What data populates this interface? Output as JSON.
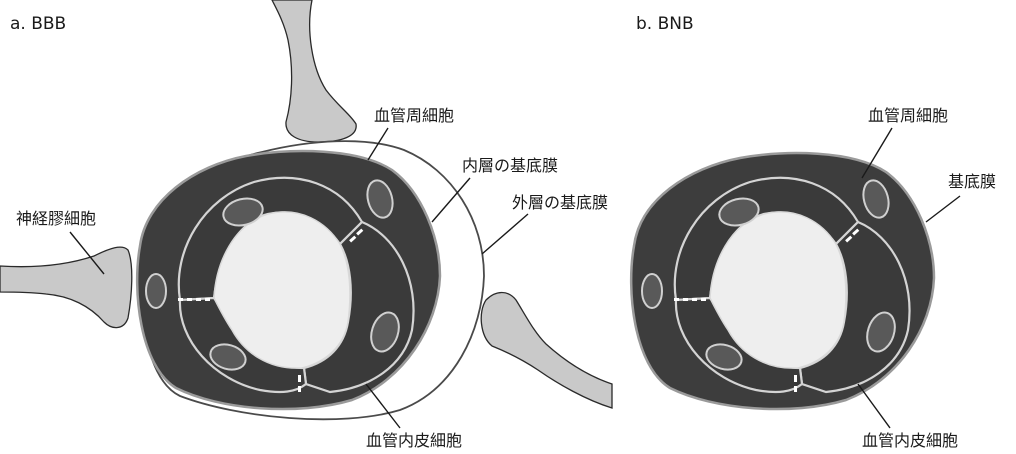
{
  "panels": {
    "bbb": {
      "title": "a. BBB",
      "labels": {
        "pericyte": "血管周細胞",
        "inner_basement_membrane": "内層の基底膜",
        "outer_basement_membrane": "外層の基底膜",
        "glial_cell": "神経膠細胞",
        "endothelial_cell": "血管内皮細胞"
      }
    },
    "bnb": {
      "title": "b. BNB",
      "labels": {
        "pericyte": "血管周細胞",
        "basement_membrane": "基底膜",
        "endothelial_cell": "血管内皮細胞"
      }
    }
  },
  "colors": {
    "cell_dark": "#3a3a3a",
    "lumen": "#eeeeee",
    "glia": "#c9c9c9",
    "membrane": "#9a9a9a"
  }
}
